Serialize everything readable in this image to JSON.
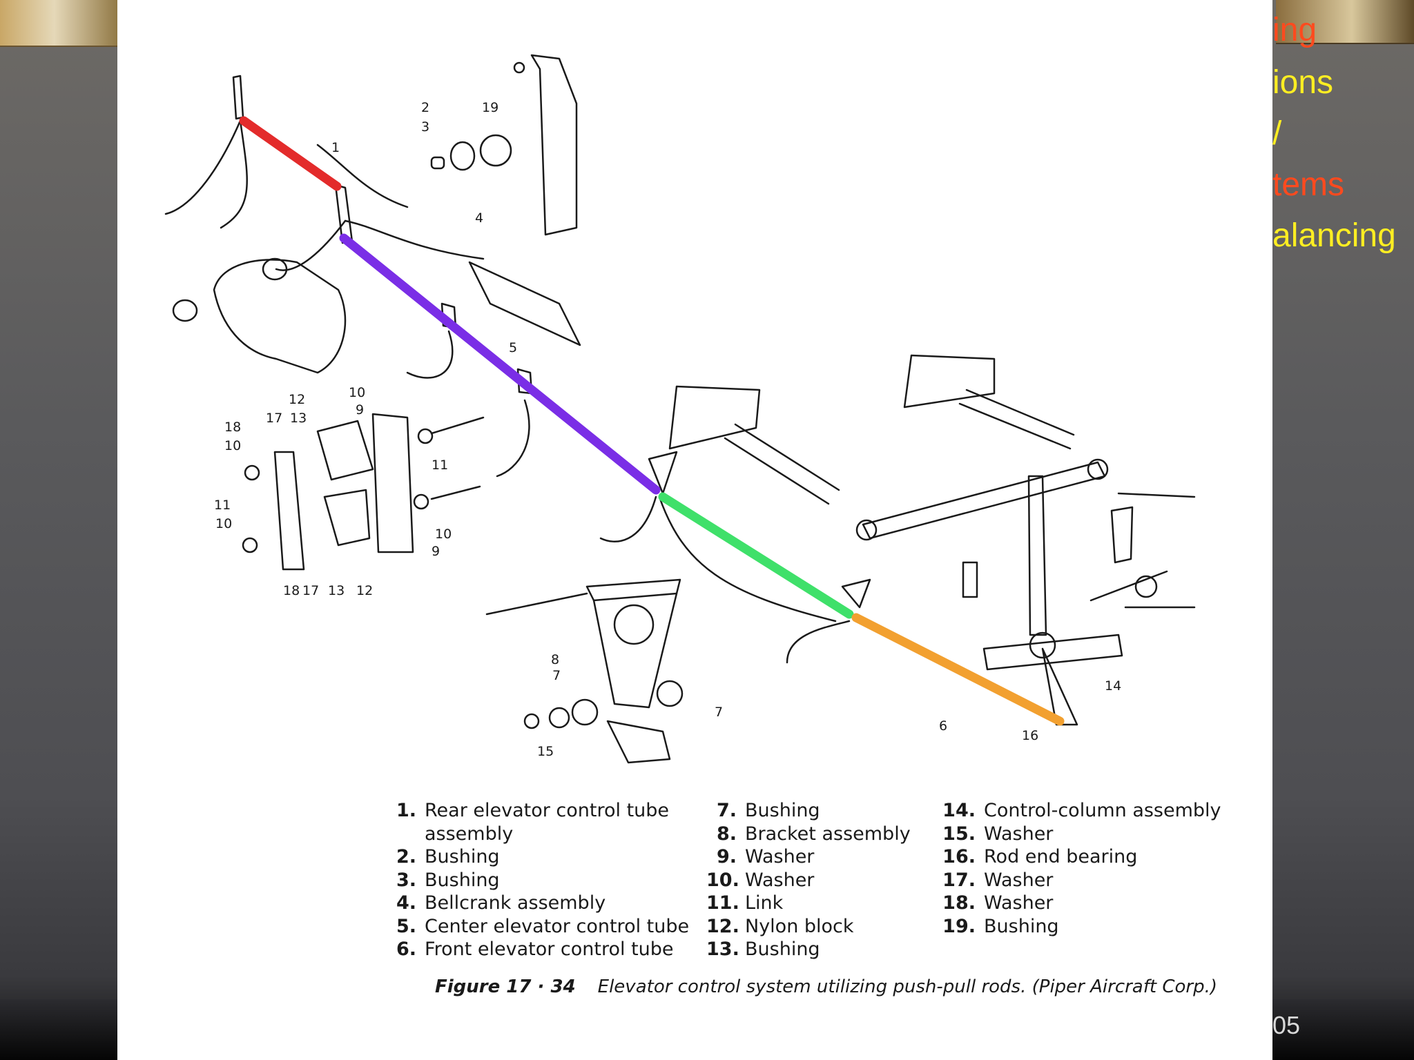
{
  "slide": {
    "side_lines": [
      {
        "text": "ing",
        "color": "#ff4a1e"
      },
      {
        "text": "ions",
        "color": "#ffee22"
      },
      {
        "text": "/",
        "color": "#ffee22"
      },
      {
        "text": "tems",
        "color": "#ff4a1e"
      },
      {
        "text": "alancing",
        "color": "#ffee22"
      }
    ],
    "page_number": "05"
  },
  "figure": {
    "rods": [
      {
        "part": "1",
        "color": "#e32b2b"
      },
      {
        "part": "5",
        "color": "#7a2ee6"
      },
      {
        "part": "6",
        "color": "#3fe06a"
      },
      {
        "part": "6",
        "color": "#f2a030"
      }
    ],
    "callouts": [
      "1",
      "2",
      "3",
      "19",
      "4",
      "5",
      "12",
      "13",
      "17",
      "18",
      "10",
      "9",
      "10",
      "11",
      "11",
      "10",
      "10",
      "9",
      "18",
      "17",
      "13",
      "12",
      "8",
      "7",
      "15",
      "7",
      "6",
      "16",
      "14"
    ],
    "legend": [
      [
        {
          "num": "1.",
          "text": "Rear elevator control tube"
        },
        {
          "num": "",
          "text": "assembly"
        },
        {
          "num": "2.",
          "text": "Bushing"
        },
        {
          "num": "3.",
          "text": "Bushing"
        },
        {
          "num": "4.",
          "text": "Bellcrank assembly"
        },
        {
          "num": "5.",
          "text": "Center elevator control tube"
        },
        {
          "num": "6.",
          "text": "Front elevator control tube"
        }
      ],
      [
        {
          "num": "7.",
          "text": "Bushing"
        },
        {
          "num": "8.",
          "text": "Bracket assembly"
        },
        {
          "num": "9.",
          "text": "Washer"
        },
        {
          "num": "10.",
          "text": "Washer"
        },
        {
          "num": "11.",
          "text": "Link"
        },
        {
          "num": "12.",
          "text": "Nylon block"
        },
        {
          "num": "13.",
          "text": "Bushing"
        }
      ],
      [
        {
          "num": "14.",
          "text": "Control-column assembly"
        },
        {
          "num": "15.",
          "text": "Washer"
        },
        {
          "num": "16.",
          "text": "Rod end bearing"
        },
        {
          "num": "17.",
          "text": "Washer"
        },
        {
          "num": "18.",
          "text": "Washer"
        },
        {
          "num": "19.",
          "text": "Bushing"
        }
      ]
    ],
    "caption_id": "Figure 17 · 34",
    "caption_text": "Elevator control system utilizing push-pull rods. (Piper Aircraft Corp.)"
  }
}
